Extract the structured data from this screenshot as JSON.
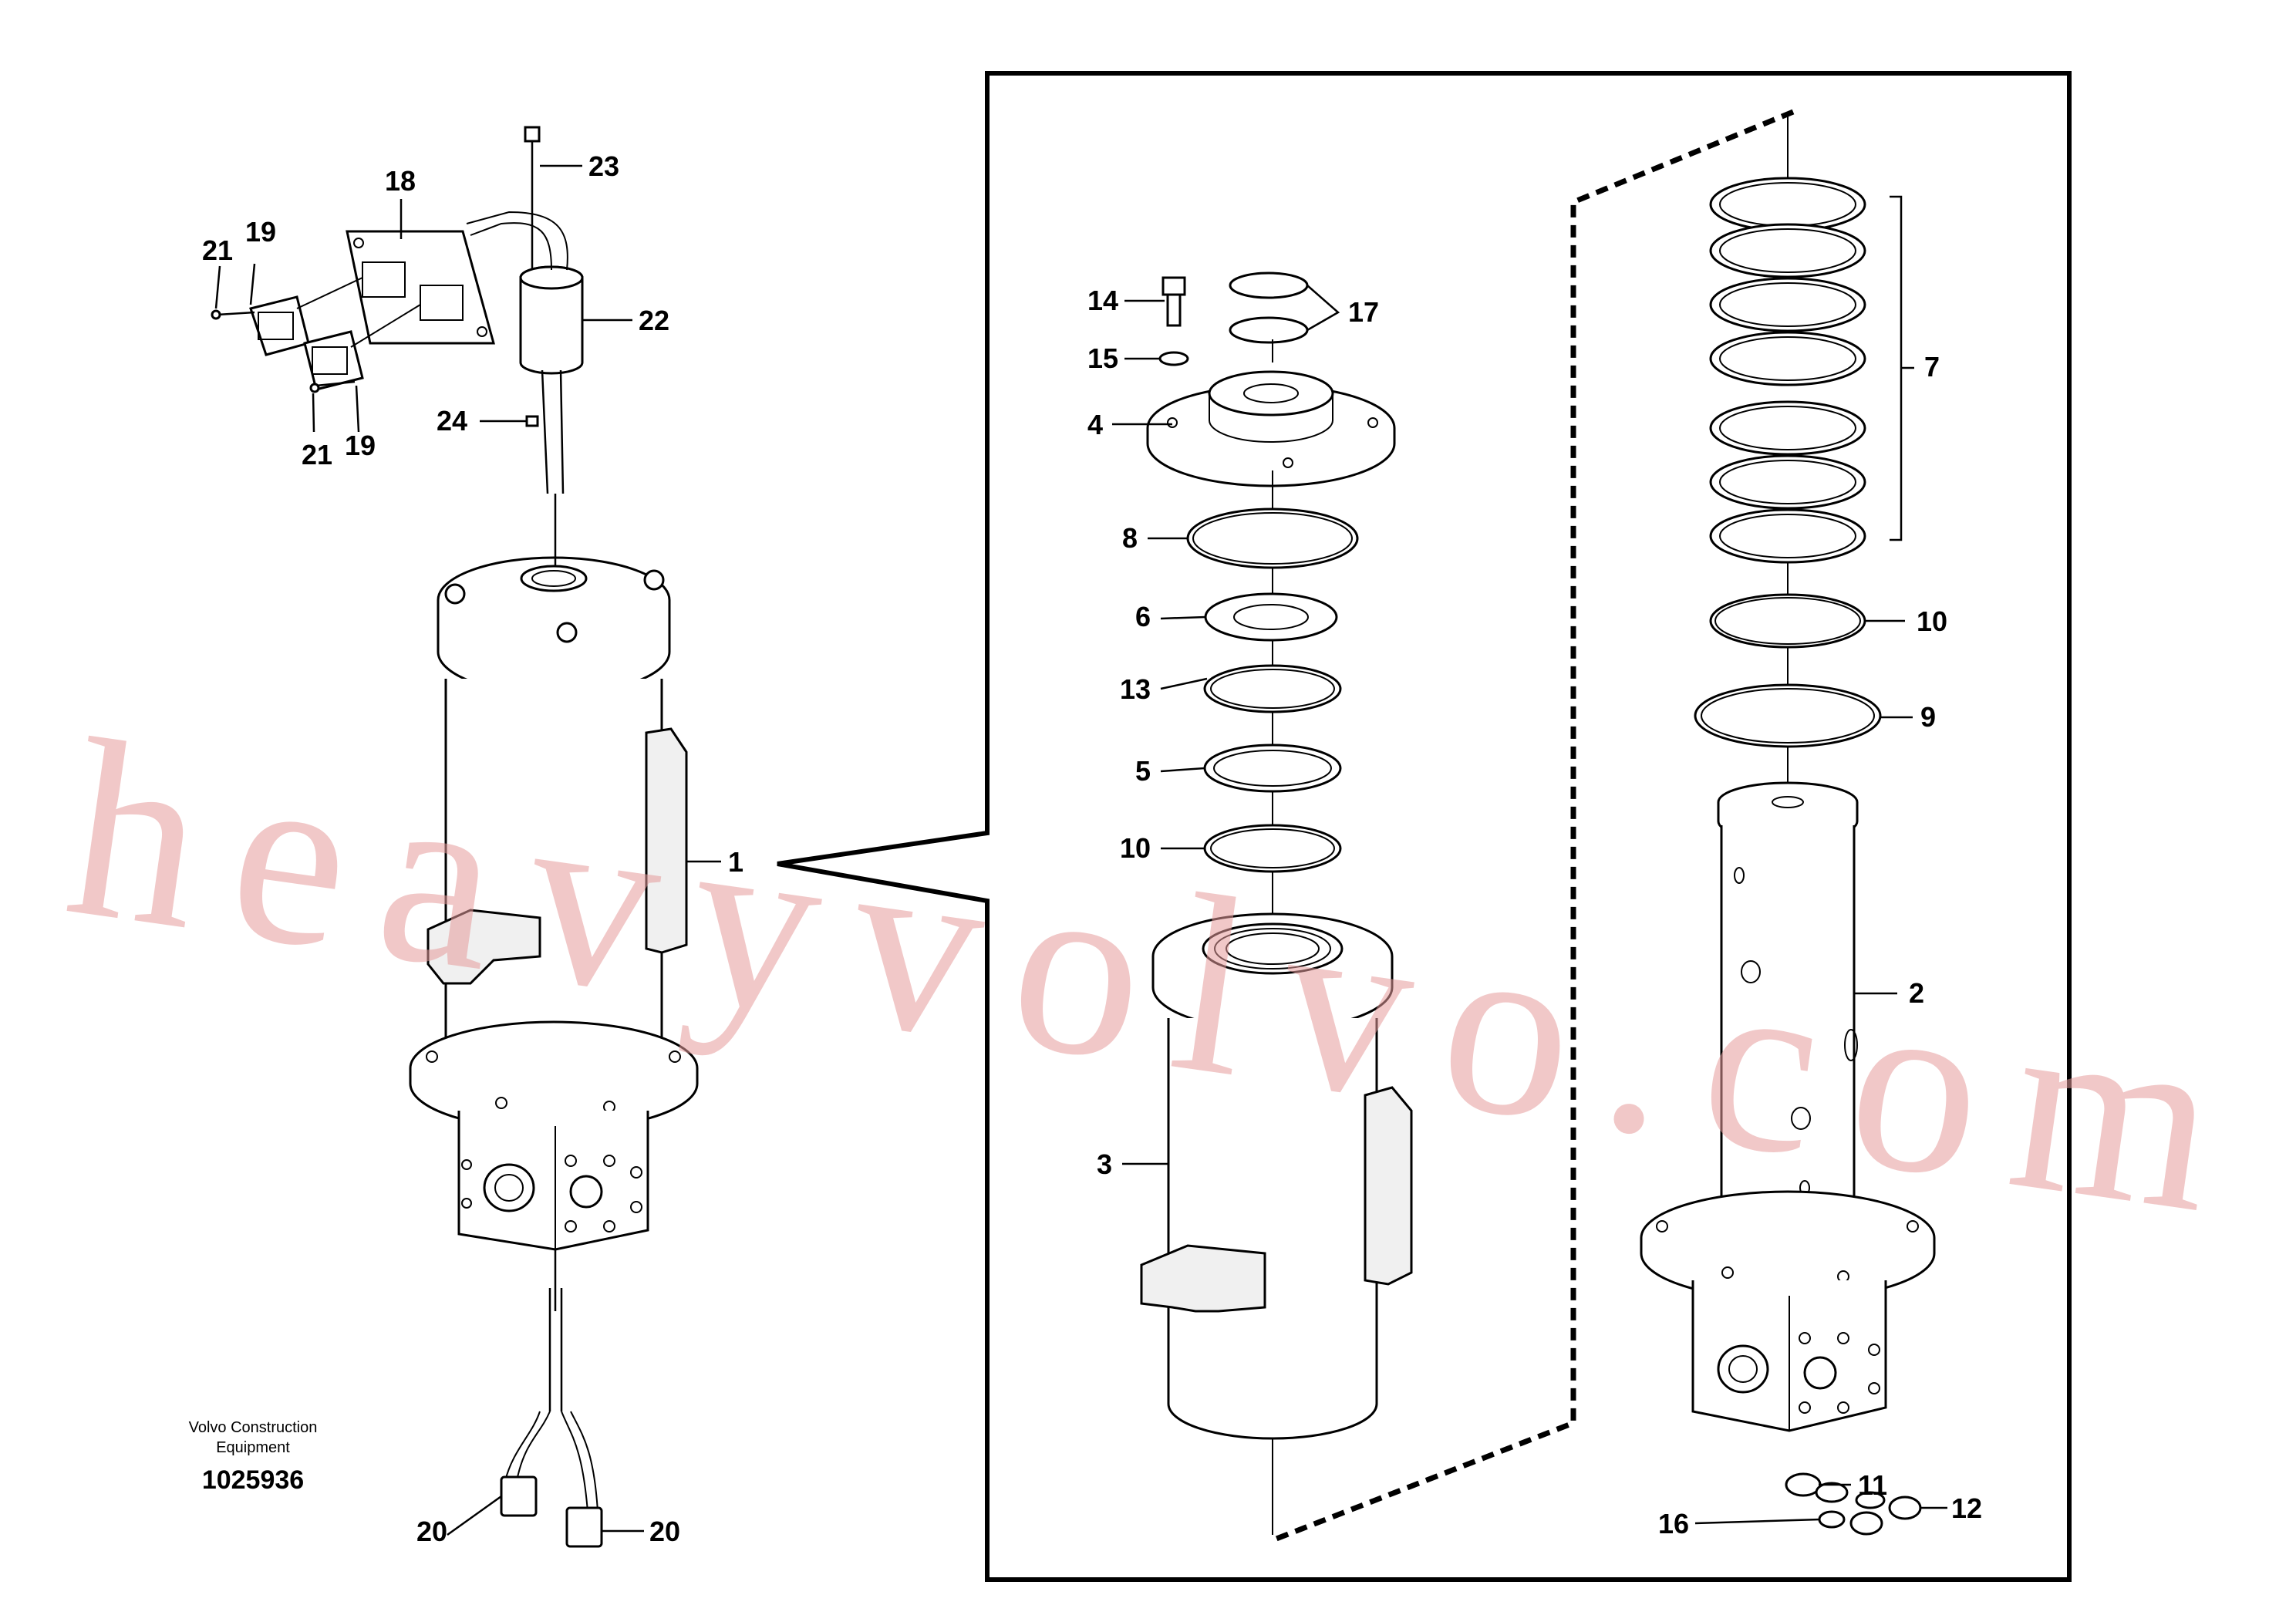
{
  "callouts": {
    "c1": "1",
    "c2": "2",
    "c3": "3",
    "c4": "4",
    "c5": "5",
    "c6": "6",
    "c7": "7",
    "c8": "8",
    "c9": "9",
    "c10a": "10",
    "c10b": "10",
    "c11": "11",
    "c12": "12",
    "c13": "13",
    "c14": "14",
    "c15": "15",
    "c16": "16",
    "c17": "17",
    "c18": "18",
    "c19a": "19",
    "c19b": "19",
    "c20a": "20",
    "c20b": "20",
    "c21a": "21",
    "c21b": "21",
    "c22": "22",
    "c23": "23",
    "c24": "24"
  },
  "credit": {
    "line1": "Volvo Construction",
    "line2": "Equipment",
    "doc_number": "1025936"
  },
  "watermark": "heavyvolvo.com"
}
